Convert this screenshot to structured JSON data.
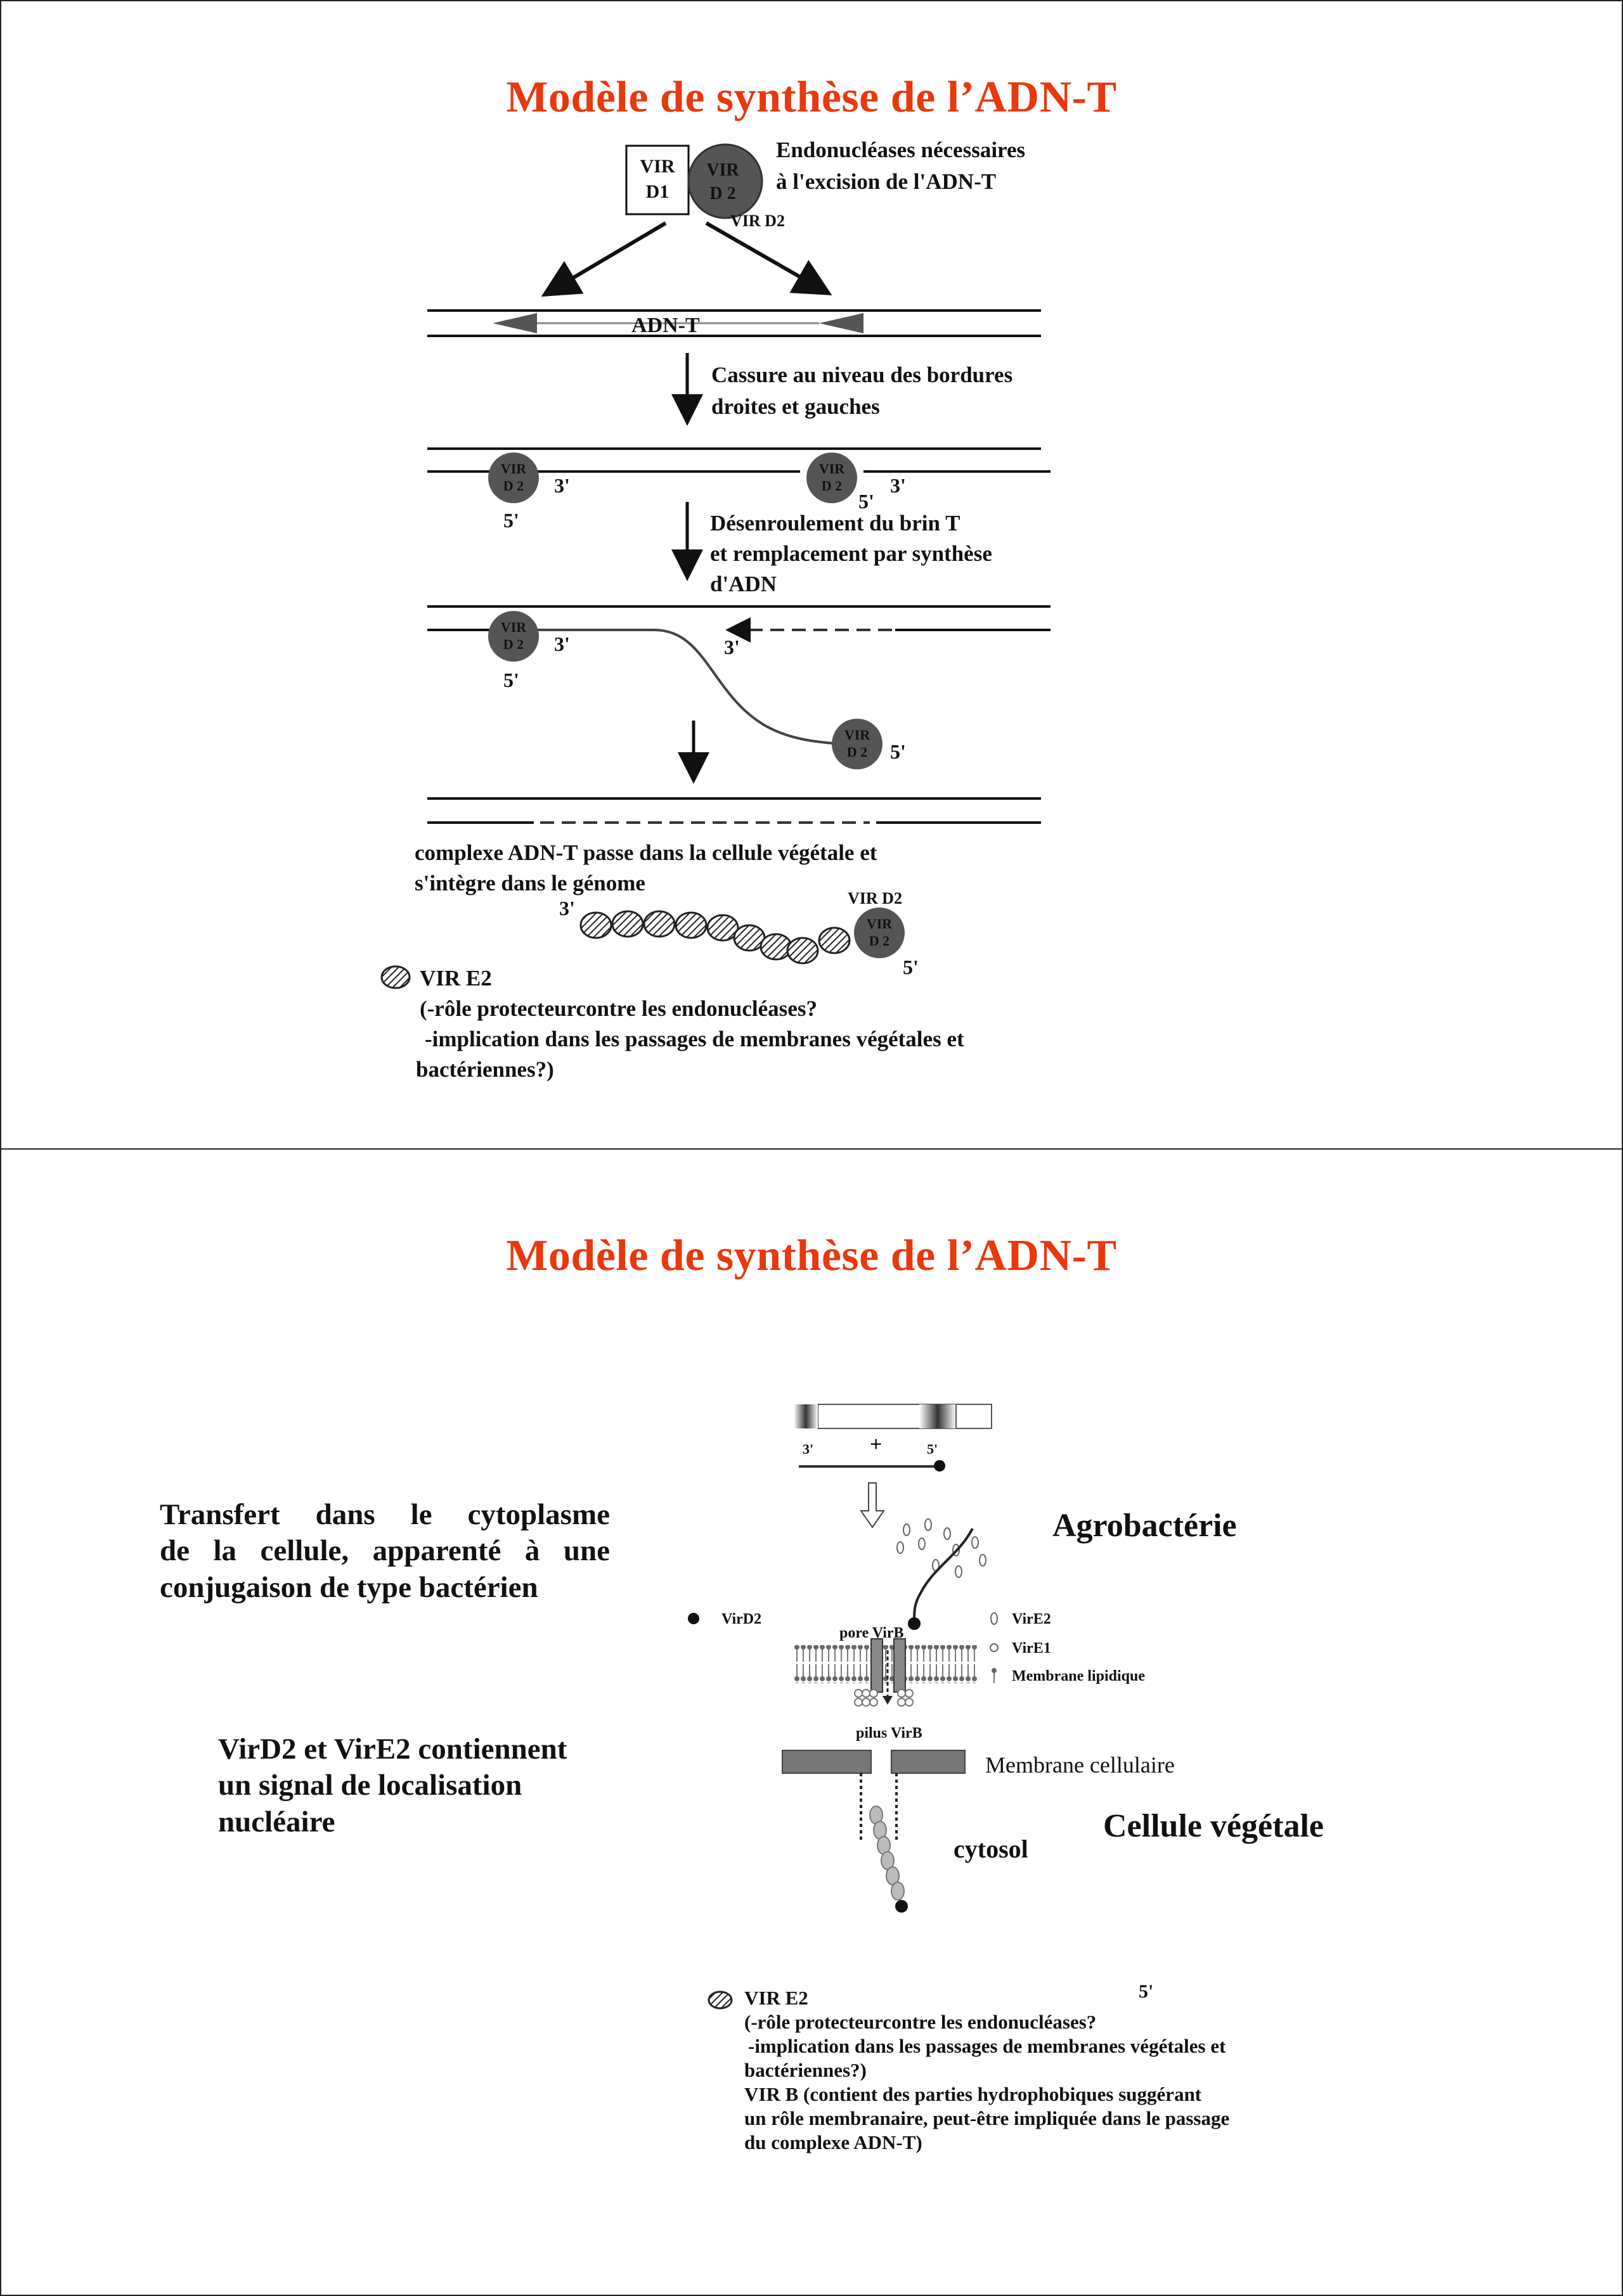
{
  "slide1": {
    "title": "Modèle de synthèse de l’ADN-T",
    "box_vir": "VIR",
    "box_d1": "D1",
    "circle_vir": "VIR",
    "circle_d2": "D 2",
    "vir_d2_label": "VIR D2",
    "endo_line1": "Endonucléases nécessaires",
    "endo_line2": "à l'excision de l'ADN-T",
    "adn_t": "ADN-T",
    "step1_line1": "Cassure au niveau des bordures",
    "step1_line2": "droites et gauches",
    "step2_line1": "Désenroulement du brin T",
    "step2_line2": "et remplacement par synthèse",
    "step2_line3": "d'ADN",
    "prime3": "3'",
    "prime5": "5'",
    "complexe_line1": "complexe ADN-T passe dans la cellule végétale et",
    "complexe_line2": "s'intègre dans le génome",
    "vir_e2_label": "VIR E2",
    "legend_line1": "(-rôle protecteurcontre les endonucléases?",
    "legend_line2": "-implication dans les passages de membranes végétales et",
    "legend_line3": "bactériennes?)"
  },
  "slide2": {
    "title": "Modèle de synthèse de l’ADN-T",
    "transfert_line1": "Transfert dans le cytoplasme",
    "transfert_line2": "de la cellule, apparenté à une",
    "transfert_line3": "conjugaison de type bactérien",
    "signal_line1": "VirD2 et VirE2 contiennent",
    "signal_line2": "un signal de localisation",
    "signal_line3": "nucléaire",
    "agro": "Agrobactérie",
    "plus": "+",
    "p3": "3'",
    "p5": "5'",
    "virD2": "VirD2",
    "pore": "pore VirB",
    "virE2": "VirE2",
    "virE1": "VirE1",
    "membrane_lipidique": "Membrane lipidique",
    "pilus": "pilus VirB",
    "membrane_cellulaire": "Membrane cellulaire",
    "cytosol": "cytosol",
    "cellule": "Cellule végétale",
    "vir_e2_label": "VIR E2",
    "five_prime": "5'",
    "legend_line1": "(-rôle protecteurcontre les endonucléases?",
    "legend_line2": "-implication dans les passages de membranes végétales et",
    "legend_line3": "bactériennes?)",
    "legend_line4": "VIR B (contient des parties hydrophobiques suggérant",
    "legend_line5": "un rôle membranaire, peut-être impliquée dans le passage",
    "legend_line6": "du complexe ADN-T)"
  }
}
